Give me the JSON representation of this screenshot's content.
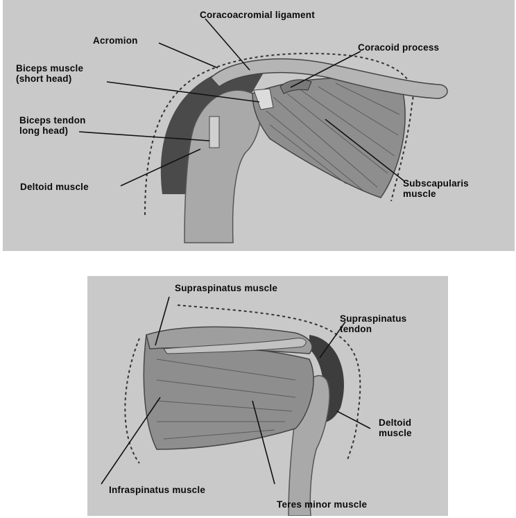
{
  "top_figure": {
    "labels": {
      "coracoacromial": "Coracoacromial ligament",
      "acromion": "Acromion",
      "coracoid": "Coracoid process",
      "biceps_short": "Biceps muscle\n(short head)",
      "biceps_tendon": "Biceps tendon\nlong head)",
      "deltoid": "Deltoid muscle",
      "subscapularis": "Subscapularis\nmuscle"
    }
  },
  "bottom_figure": {
    "labels": {
      "supraspinatus_muscle": "Supraspinatus muscle",
      "supraspinatus_tendon": "Supraspinatus\ntendon",
      "deltoid": "Deltoid\nmuscle",
      "infraspinatus": "Infraspinatus muscle",
      "teres_minor": "Teres minor muscle"
    }
  },
  "colors": {
    "panel_background": "#c9c9c9",
    "label_text": "#0a0a0a",
    "muscle_fill": "#8e8e8e",
    "bone_fill": "#a9a9a9",
    "shadow_fill": "#4a4a4a"
  }
}
